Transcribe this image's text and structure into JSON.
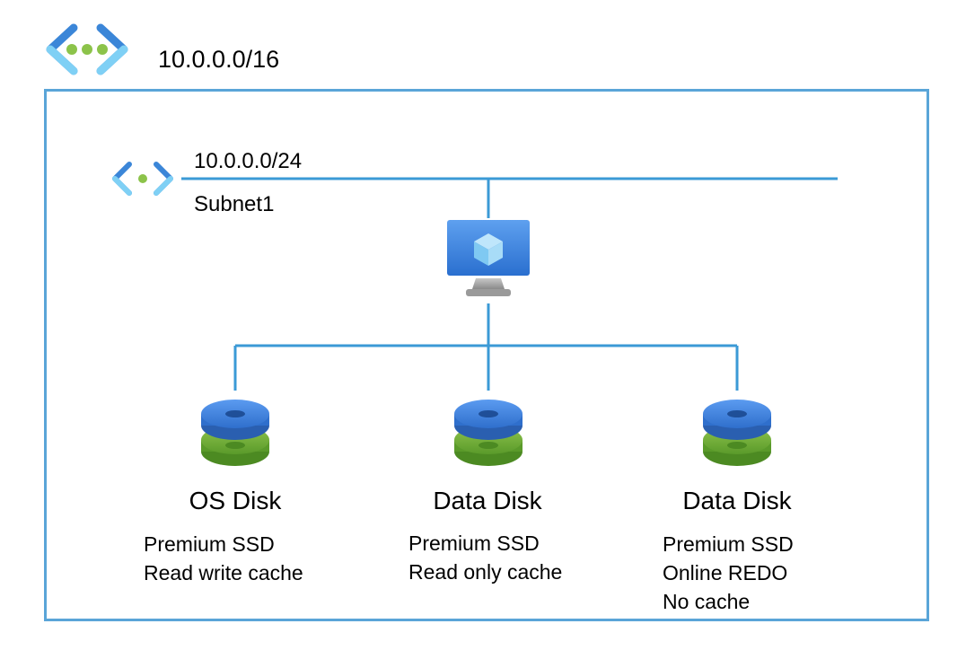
{
  "vnet": {
    "address_space": "10.0.0.0/16",
    "icon": "virtual-network-icon"
  },
  "subnet": {
    "address_prefix": "10.0.0.0/24",
    "name": "Subnet1",
    "icon": "subnet-icon"
  },
  "vm": {
    "icon": "virtual-machine-icon"
  },
  "disks": [
    {
      "title": "OS Disk",
      "lines": [
        "Premium SSD",
        "Read write cache"
      ],
      "icon": "managed-disk-icon"
    },
    {
      "title": "Data Disk",
      "lines": [
        "Premium SSD",
        "Read only cache"
      ],
      "icon": "managed-disk-icon"
    },
    {
      "title": "Data Disk",
      "lines": [
        "Premium SSD",
        "Online REDO",
        "No cache"
      ],
      "icon": "managed-disk-icon"
    }
  ],
  "colors": {
    "frame": "#5aa5d8",
    "connector": "#3b9ad6",
    "disk_top": "#3f7fd8",
    "disk_bottom": "#6faa35",
    "dot_green": "#8cc34a"
  }
}
